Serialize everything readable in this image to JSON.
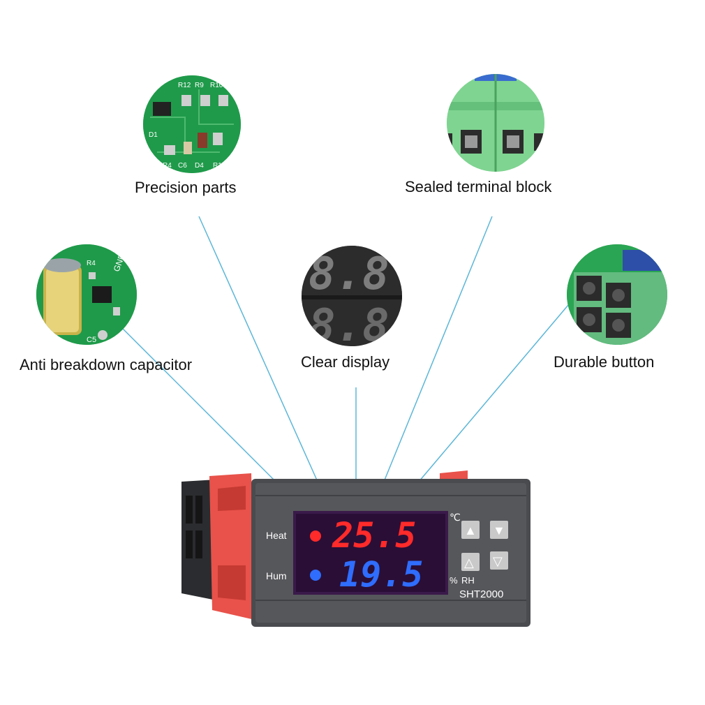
{
  "features": [
    {
      "id": "precision",
      "label": "Precision parts"
    },
    {
      "id": "terminal",
      "label": "Sealed terminal block"
    },
    {
      "id": "capacitor",
      "label": "Anti breakdown capacitor"
    },
    {
      "id": "display",
      "label": "Clear display"
    },
    {
      "id": "button",
      "label": "Durable button"
    }
  ],
  "pcb_silkscreen": {
    "precision": [
      "R12",
      "R9",
      "R10",
      "D1",
      "C6",
      "D4",
      "R1",
      "R4"
    ],
    "capacitor": [
      "GND",
      "C5",
      "R4"
    ]
  },
  "device": {
    "model": "SHT2000",
    "heat_label": "Heat",
    "hum_label": "Hum",
    "temperature_value": "25.5",
    "humidity_value": "19.5",
    "temp_unit": "℃",
    "hum_unit_percent": "%",
    "hum_unit_rh": "RH",
    "button_up_1": "▲",
    "button_down_1": "▼",
    "button_up_2": "△",
    "button_down_2": "▽"
  },
  "display_closeup": {
    "top": "8.8",
    "bottom": "8.8"
  },
  "colors": {
    "leader_line": "#5bb6d8",
    "pcb_green": "#1f9a4a",
    "terminal_green": "#7fd491",
    "bezel_red": "#e8524a",
    "housing": "#4a4b4f",
    "temp_red": "#ff2a2a",
    "hum_blue": "#2f6dff"
  }
}
